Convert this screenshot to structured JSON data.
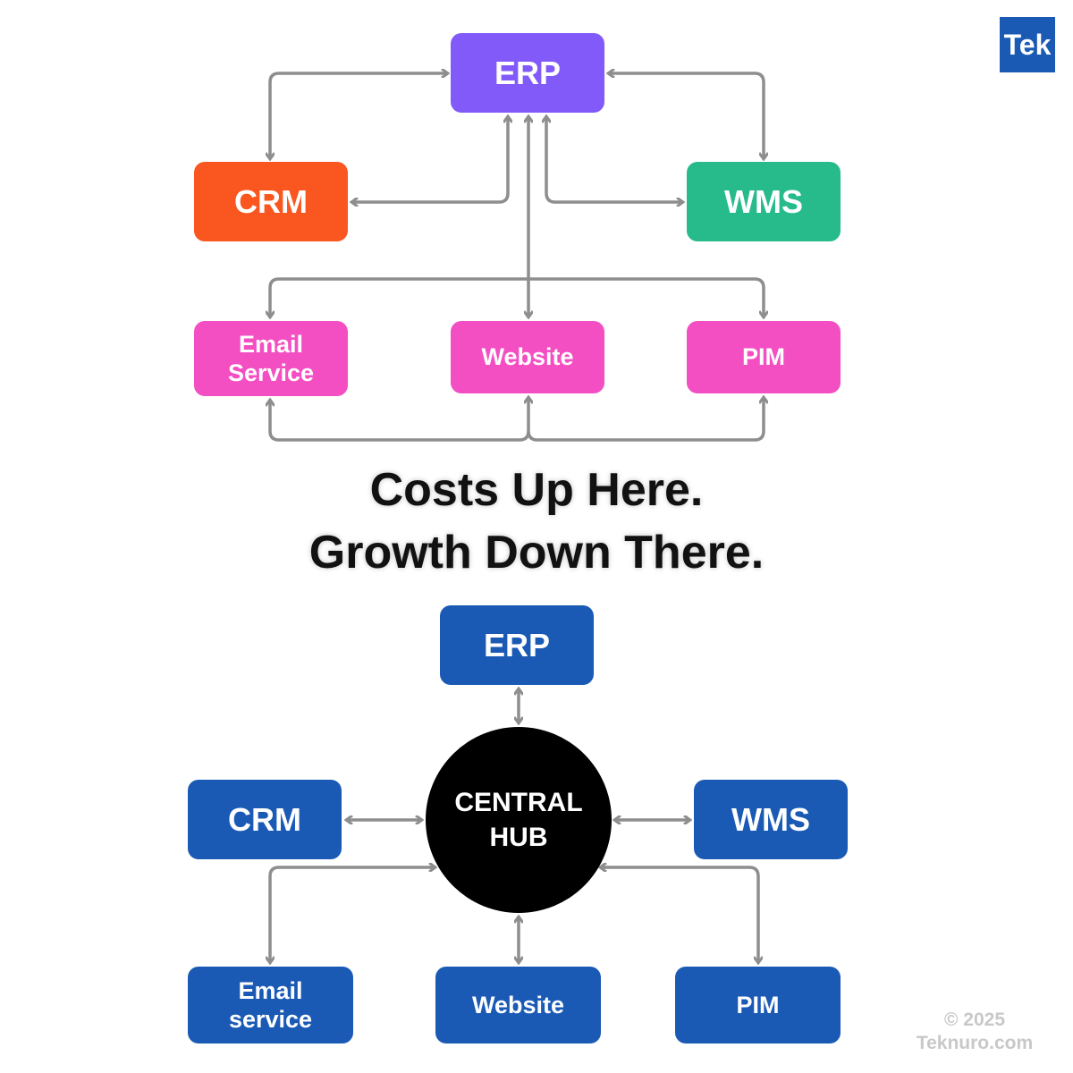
{
  "colors": {
    "erp_top": "#835afa",
    "crm_top": "#fa5620",
    "wms_top": "#27bb8c",
    "pink": "#f34fc3",
    "blue": "#1a5ab5",
    "hub": "#000000",
    "arrow": "#8e8e8e"
  },
  "top_diagram": {
    "erp": "ERP",
    "crm": "CRM",
    "wms": "WMS",
    "email": [
      "Email",
      "Service"
    ],
    "website": "Website",
    "pim": "PIM"
  },
  "headline": {
    "line1": "Costs Up Here.",
    "line2": "Growth Down There."
  },
  "bottom_diagram": {
    "erp": "ERP",
    "crm": "CRM",
    "wms": "WMS",
    "hub": [
      "CENTRAL",
      "HUB"
    ],
    "email": [
      "Email",
      "service"
    ],
    "website": "Website",
    "pim": "PIM"
  },
  "logo": "Tek",
  "footer": {
    "copyright": "© 2025",
    "site": "Teknuro.com"
  }
}
